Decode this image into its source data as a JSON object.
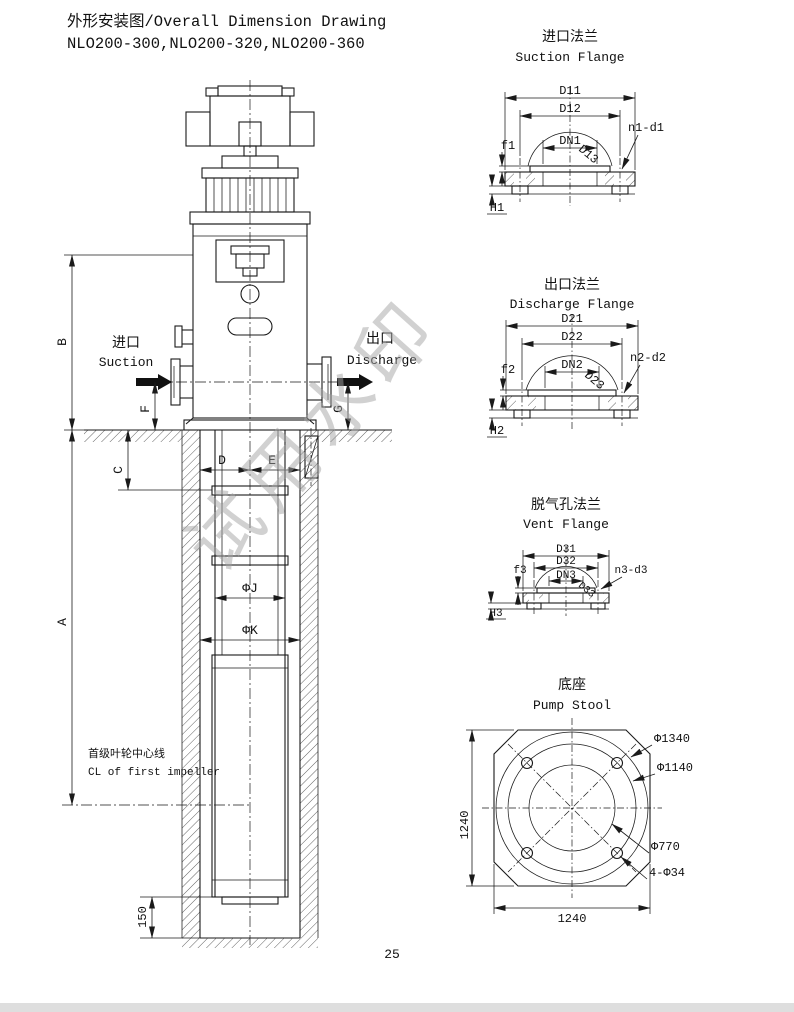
{
  "page": {
    "title_line1": "外形安装图/Overall Dimension Drawing",
    "title_line2": "NLO200-300,NLO200-320,NLO200-360",
    "number": "25",
    "watermark": "试用水印"
  },
  "main_view": {
    "suction_cn": "进口",
    "suction_en": "Suction",
    "discharge_cn": "出口",
    "discharge_en": "Discharge",
    "impeller_cl_cn": "首级叶轮中心线",
    "impeller_cl_en": "CL of first impeller",
    "dims": {
      "A": "A",
      "B": "B",
      "C": "C",
      "D": "D",
      "E": "E",
      "F": "F",
      "G": "G",
      "phi_j": "ΦJ",
      "phi_k": "ΦK",
      "depth_150": "150"
    }
  },
  "suction_flange": {
    "title_cn": "进口法兰",
    "title_en": "Suction Flange",
    "dims": {
      "d11": "D11",
      "d12": "D12",
      "dn1": "DN1",
      "d13": "D13",
      "f1": "f1",
      "bolts": "n1-d1",
      "h1": "H1"
    }
  },
  "discharge_flange": {
    "title_cn": "出口法兰",
    "title_en": "Discharge Flange",
    "dims": {
      "d21": "D21",
      "d22": "D22",
      "dn2": "DN2",
      "d23": "D23",
      "f2": "f2",
      "bolts": "n2-d2",
      "h2": "H2"
    }
  },
  "vent_flange": {
    "title_cn": "脱气孔法兰",
    "title_en": "Vent Flange",
    "dims": {
      "d31": "D31",
      "d32": "D32",
      "dn3": "DN3",
      "d33": "D33",
      "f3": "f3",
      "bolts": "n3-d3",
      "h3": "H3"
    }
  },
  "pump_stool": {
    "title_cn": "底座",
    "title_en": "Pump Stool",
    "dims": {
      "outer": "Φ1340",
      "bolt_circle": "Φ1140",
      "inner": "Φ770",
      "holes": "4-Φ34",
      "width": "1240",
      "height": "1240"
    }
  }
}
